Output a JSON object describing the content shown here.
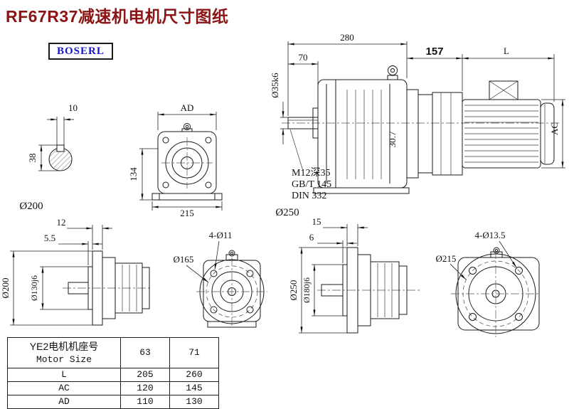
{
  "page": {
    "title": "RF67R37减速机电机尺寸图纸",
    "logo": "BOSERL"
  },
  "views": {
    "shaft_section": {
      "key_width": "10",
      "shaft_height": "38"
    },
    "gearbox_front": {
      "width_top": "AD",
      "height": "134",
      "width_base": "215"
    },
    "assembly_side": {
      "overall_length": "280",
      "shaft_length": "70",
      "shaft_diameter": "Ø35k6",
      "adapter_length": "157",
      "motor_length": "L",
      "motor_height": "AC",
      "offset_dim": "30.7",
      "tap_hole": "M12深35",
      "tap_standard_gb": "GB/T 145",
      "tap_standard_din": "DIN 332"
    },
    "flange_200": {
      "label": "Ø200",
      "flange_thickness": "12",
      "spigot_depth": "5.5",
      "flange_od": "Ø200",
      "spigot_dia": "Ø130j6",
      "bolt_holes": "4-Ø11",
      "bolt_circle": "Ø165"
    },
    "flange_250": {
      "label": "Ø250",
      "flange_thickness": "15",
      "spigot_depth": "6",
      "flange_od": "Ø250",
      "spigot_dia": "Ø180j6",
      "bolt_holes": "4-Ø13.5",
      "bolt_circle": "Ø215"
    }
  },
  "size_table": {
    "header": {
      "title_cn": "YE2电机机座号",
      "title_en": "Motor Size",
      "sizes": [
        "63",
        "71"
      ]
    },
    "rows": [
      {
        "param": "L",
        "values": [
          "205",
          "260"
        ]
      },
      {
        "param": "AC",
        "values": [
          "120",
          "145"
        ]
      },
      {
        "param": "AD",
        "values": [
          "110",
          "130"
        ]
      }
    ]
  }
}
